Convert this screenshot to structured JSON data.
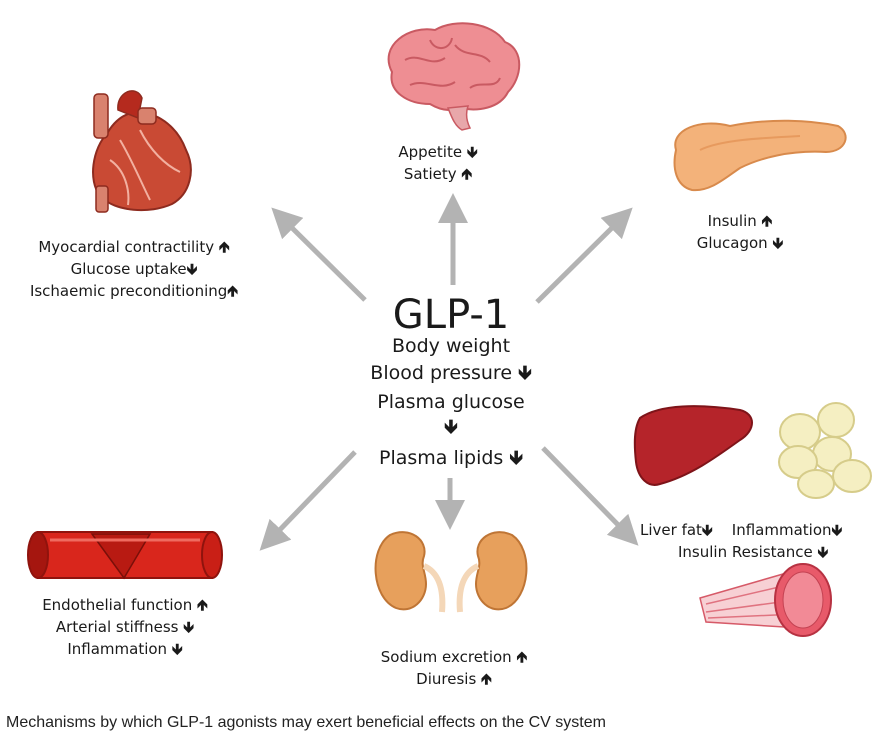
{
  "center": {
    "title": "GLP-1",
    "items": [
      {
        "text": "Body weight",
        "arrow": ""
      },
      {
        "text": "Blood pressure",
        "arrow": "🡻"
      },
      {
        "text": "Plasma glucose",
        "arrow": ""
      },
      {
        "text": "",
        "arrow": "🡻"
      },
      {
        "text": "Plasma lipids",
        "arrow": "🡻"
      }
    ]
  },
  "heart": {
    "lines": [
      {
        "text": "Myocardial contractility",
        "arrow": "🡹"
      },
      {
        "text": "Glucose uptake",
        "arrow": "🡻"
      },
      {
        "text": "Ischaemic preconditioning",
        "arrow": "🡹"
      }
    ]
  },
  "brain": {
    "lines": [
      {
        "text": "Appetite",
        "arrow": "🡻"
      },
      {
        "text": "Satiety",
        "arrow": "🡹"
      }
    ]
  },
  "pancreas": {
    "lines": [
      {
        "text": "Insulin",
        "arrow": "🡹"
      },
      {
        "text": "Glucagon",
        "arrow": "🡻"
      }
    ]
  },
  "liver": {
    "lines": [
      {
        "text": "Liver fat",
        "arrow": "🡻"
      },
      {
        "text": "Inflammation",
        "arrow": "🡻"
      },
      {
        "text": "Insulin Resistance",
        "arrow": "🡻"
      }
    ]
  },
  "vessel": {
    "lines": [
      {
        "text": "Endothelial function",
        "arrow": "🡹"
      },
      {
        "text": "Arterial stiffness",
        "arrow": "🡻"
      },
      {
        "text": "Inflammation",
        "arrow": "🡻"
      }
    ]
  },
  "kidney": {
    "lines": [
      {
        "text": "Sodium excretion",
        "arrow": "🡹"
      },
      {
        "text": "Diuresis",
        "arrow": "🡹"
      }
    ]
  },
  "caption": "Mechanisms by which GLP-1 agonists may exert beneficial effects on the CV system",
  "colors": {
    "arrow": "#b3b3b3",
    "heart": "#c94a34",
    "brain": "#ee8e93",
    "pancreas": "#f3b27a",
    "liver": "#b5242a",
    "fat": "#f5efc2",
    "vessel": "#d9261c",
    "kidney": "#e7a05c",
    "muscle": "#e85a6a"
  }
}
